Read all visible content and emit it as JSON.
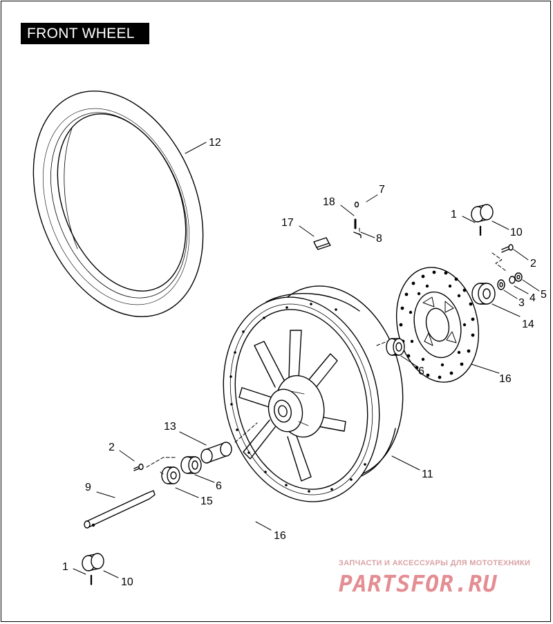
{
  "title": "FRONT WHEEL",
  "callouts": [
    {
      "id": "c12",
      "text": "12"
    },
    {
      "id": "c7",
      "text": "7"
    },
    {
      "id": "c18",
      "text": "18"
    },
    {
      "id": "c17",
      "text": "17"
    },
    {
      "id": "c8",
      "text": "8"
    },
    {
      "id": "c1a",
      "text": "1"
    },
    {
      "id": "c10a",
      "text": "10"
    },
    {
      "id": "c2a",
      "text": "2"
    },
    {
      "id": "c5",
      "text": "5"
    },
    {
      "id": "c4",
      "text": "4"
    },
    {
      "id": "c3",
      "text": "3"
    },
    {
      "id": "c14",
      "text": "14"
    },
    {
      "id": "c6a",
      "text": "6"
    },
    {
      "id": "c16a",
      "text": "16"
    },
    {
      "id": "c13",
      "text": "13"
    },
    {
      "id": "c2b",
      "text": "2"
    },
    {
      "id": "c6b",
      "text": "6"
    },
    {
      "id": "c11",
      "text": "11"
    },
    {
      "id": "c9",
      "text": "9"
    },
    {
      "id": "c15",
      "text": "15"
    },
    {
      "id": "c16b",
      "text": "16"
    },
    {
      "id": "c1b",
      "text": "1"
    },
    {
      "id": "c10b",
      "text": "10"
    }
  ],
  "watermark": {
    "tagline": "ЗАПЧАСТИ И АКСЕССУАРЫ ДЛЯ МОТОТЕХНИКИ",
    "logo": "PARTSFOR.RU"
  }
}
